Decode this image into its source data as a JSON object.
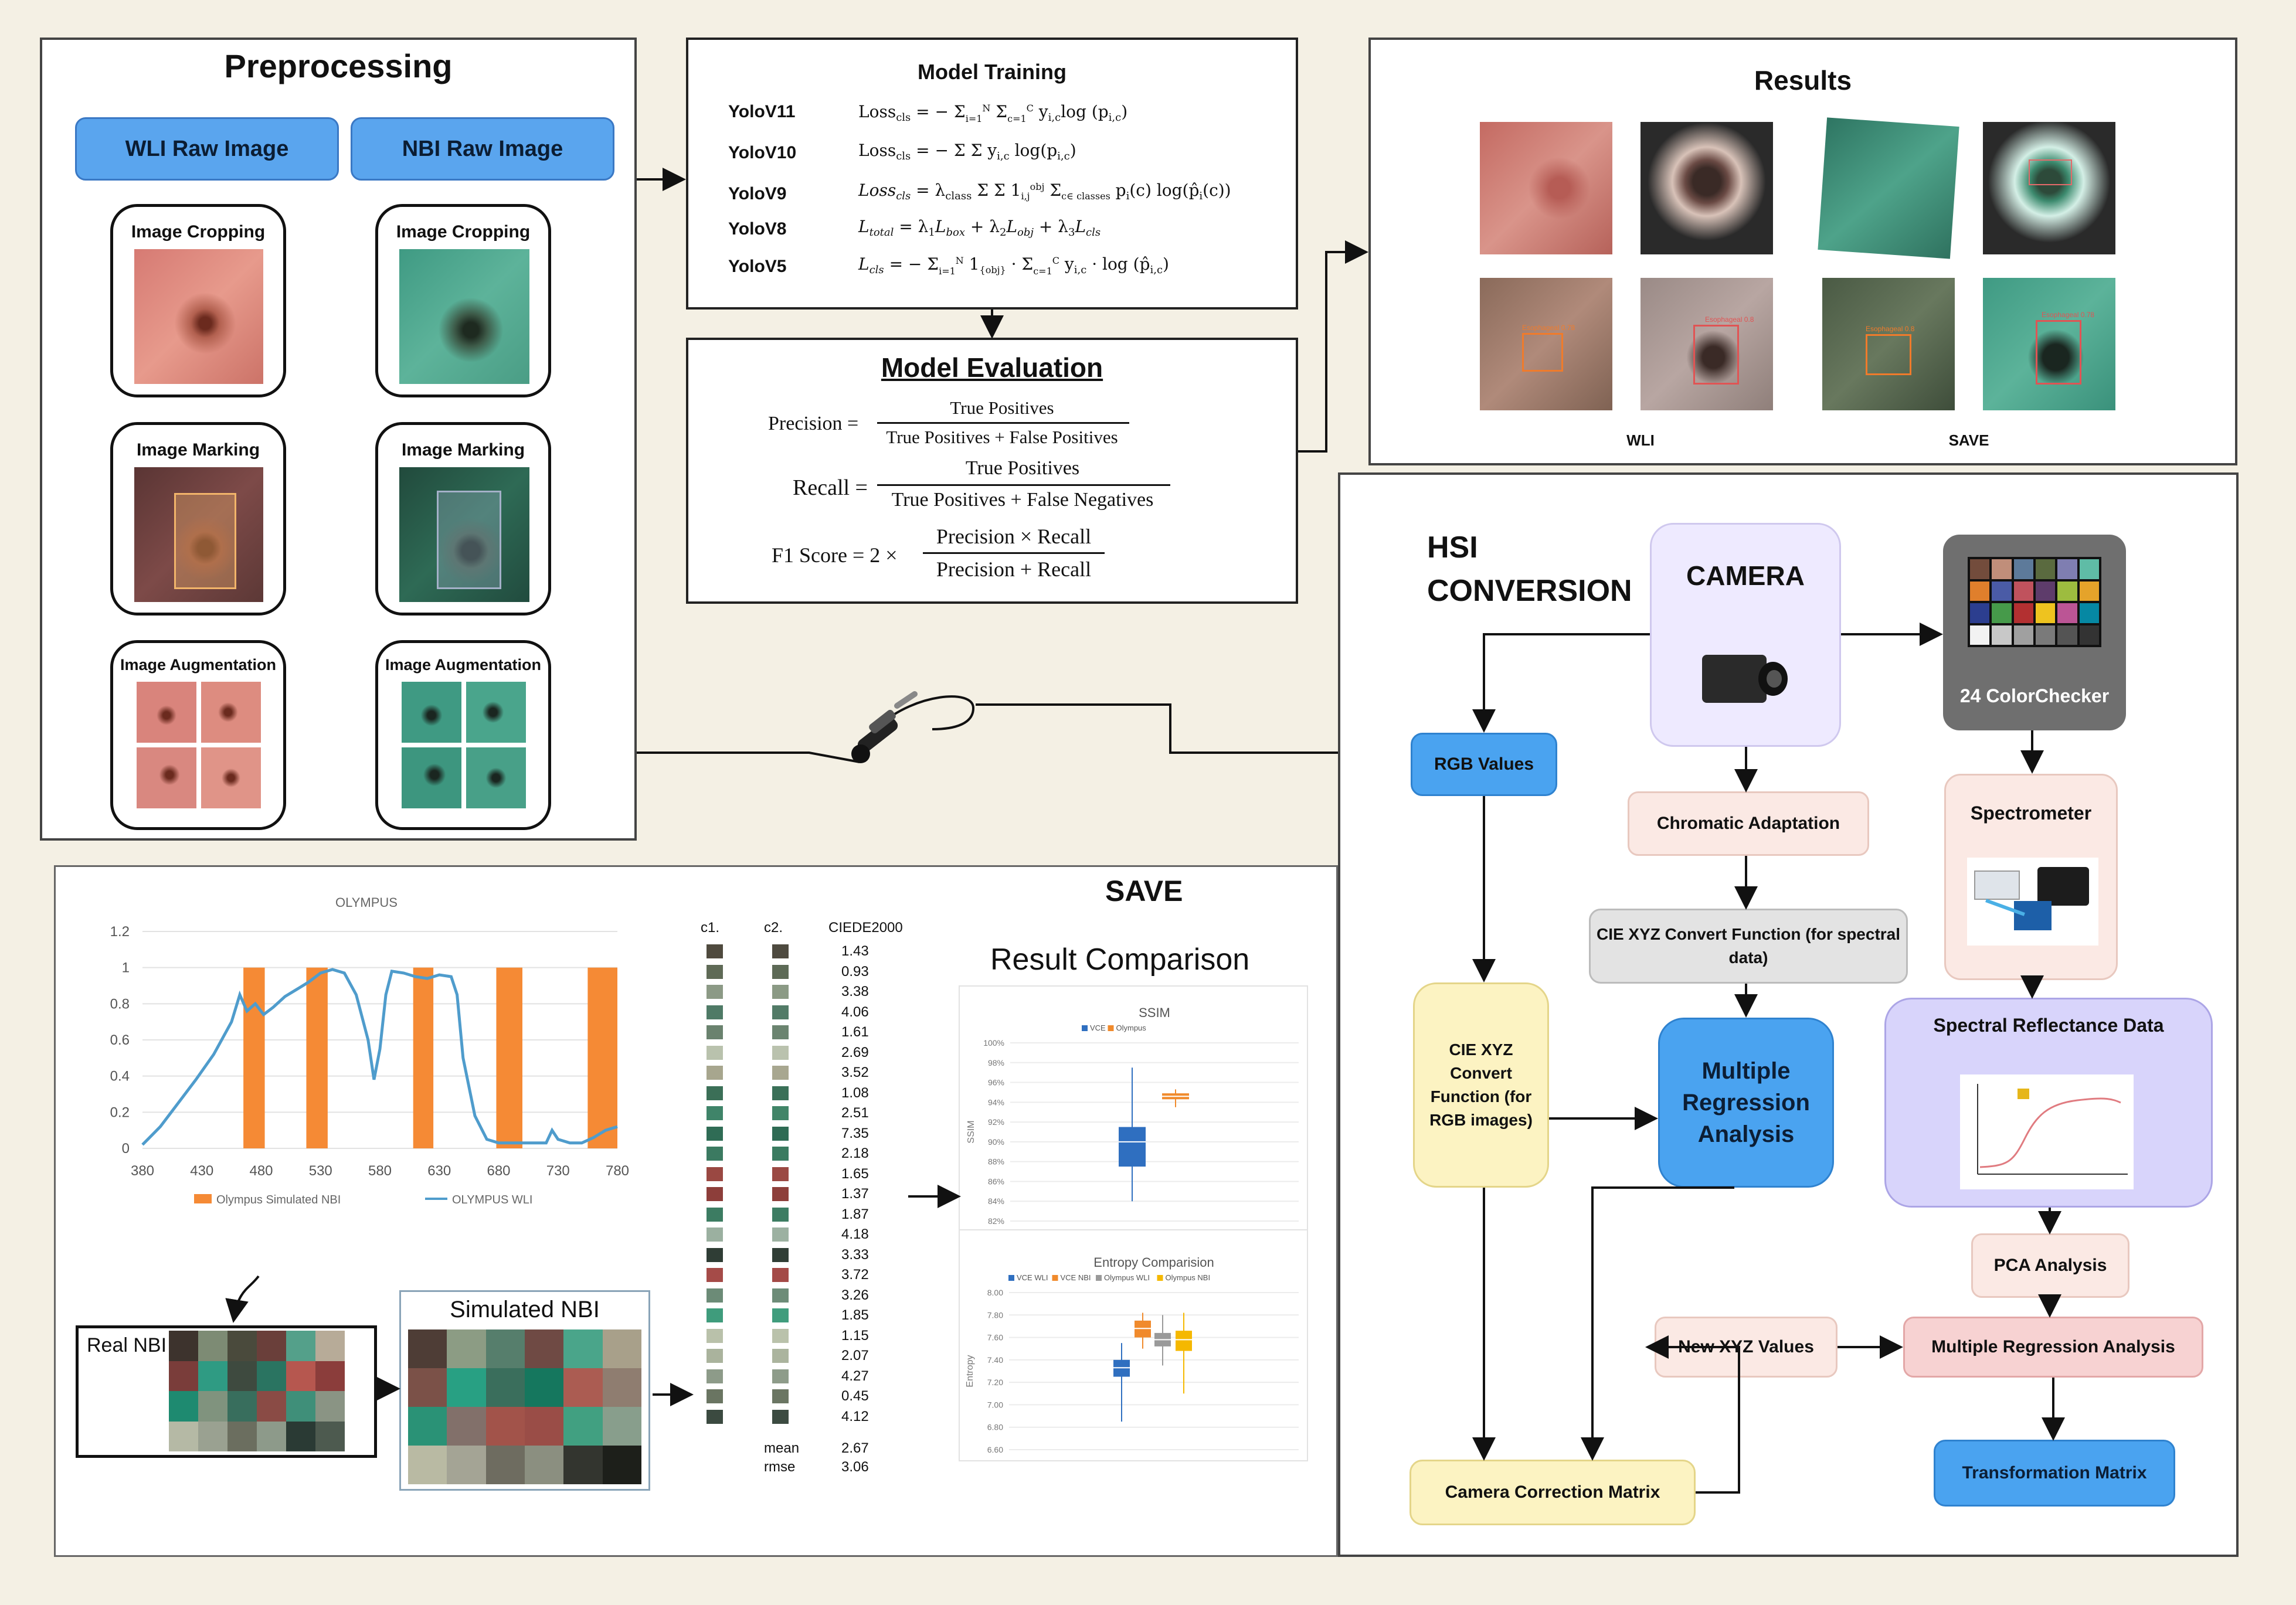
{
  "preprocessing": {
    "title": "Preprocessing",
    "wli_button": "WLI Raw Image",
    "nbi_button": "NBI Raw Image",
    "steps": [
      "Image Cropping",
      "Image Marking",
      "Image Augmentation"
    ]
  },
  "training": {
    "title": "Model Training",
    "models": [
      "YoloV11",
      "YoloV10",
      "YoloV9",
      "YoloV8",
      "YoloV5"
    ]
  },
  "evaluation": {
    "title": "Model Evaluation",
    "precision_label": "Precision =",
    "precision_num": "True Positives",
    "precision_den": "True Positives + False Positives",
    "recall_label": "Recall =",
    "recall_num": "True Positives",
    "recall_den": "True Positives + False Negatives",
    "f1_label": "F1 Score = 2 ×",
    "f1_num": "Precision × Recall",
    "f1_den": "Precision + Recall"
  },
  "results": {
    "title": "Results",
    "label_wli": "WLI",
    "label_save": "SAVE",
    "box_labels": [
      "Esophageal 0.78",
      "Esophageal 0.8",
      "Esophageal 0.8",
      "Esophageal 0.78"
    ]
  },
  "hsi": {
    "title_line1": "HSI",
    "title_line2": "CONVERSION",
    "camera": "CAMERA",
    "colorchecker": "24 ColorChecker",
    "rgb_values": "RGB Values",
    "chromatic_adaptation": "Chromatic Adaptation",
    "spectrometer": "Spectrometer",
    "cie_spectral_line1": "CIE XYZ Convert Function (for spectral",
    "cie_spectral_line2": "data)",
    "spectral_reflectance": "Spectral Reflectance Data",
    "cie_rgb_lines": [
      "CIE XYZ",
      "Convert",
      "Function (for",
      "RGB images)"
    ],
    "mra_big_lines": [
      "Multiple",
      "Regression",
      "Analysis"
    ],
    "pca": "PCA Analysis",
    "new_xyz": "New XYZ Values",
    "mra_small": "Multiple Regression Analysis",
    "camera_correction": "Camera Correction Matrix",
    "transformation": "Transformation Matrix",
    "colors": {
      "blue_node": "#4aa3f0",
      "yellow_node": "#fcf3c2",
      "pink_node": "#f7d2d2",
      "lavender_node": "#d8d4fb",
      "gray_node": "#e3e3e3"
    }
  },
  "save": {
    "title": "SAVE",
    "result_comparison": "Result Comparison",
    "real_nbi": "Real NBI",
    "simulated_nbi": "Simulated NBI",
    "col_c1": "c1.",
    "col_c2": "c2.",
    "col_ciede": "CIEDE2000",
    "ciede_values": [
      "1.43",
      "0.93",
      "3.38",
      "4.06",
      "1.61",
      "2.69",
      "3.52",
      "1.08",
      "2.51",
      "7.35",
      "2.18",
      "1.65",
      "1.37",
      "1.87",
      "4.18",
      "3.33",
      "3.72",
      "3.26",
      "1.85",
      "1.15",
      "2.07",
      "4.27",
      "0.45",
      "4.12"
    ],
    "mean_label": "mean",
    "mean_value": "2.67",
    "rmse_label": "rmse",
    "rmse_value": "3.06",
    "c1_colors": [
      "#4f4a3e",
      "#5f6a56",
      "#8c9a86",
      "#4f7a66",
      "#6a826e",
      "#b9c2ad",
      "#a7a68e",
      "#3b6f57",
      "#3f8469",
      "#2f6c55",
      "#3b7a61",
      "#9a4842",
      "#8d3e3a",
      "#3c7c62",
      "#9bb0a0",
      "#2f3d35",
      "#a54b48",
      "#6c8b77",
      "#3f9c7c",
      "#b9c1aa",
      "#aab39d",
      "#8d9b89",
      "#6a7562",
      "#3b4a40"
    ],
    "c2_colors": [
      "#4e4a3f",
      "#5d6a56",
      "#8b9a85",
      "#527b67",
      "#6b8470",
      "#bac2ae",
      "#a8a790",
      "#3a7058",
      "#418568",
      "#2e6b54",
      "#3a7b60",
      "#9b4943",
      "#8e3f3a",
      "#3d7d63",
      "#9cb1a1",
      "#303e36",
      "#a44a47",
      "#6d8c78",
      "#409d7d",
      "#bac2ab",
      "#abb49e",
      "#8e9c8a",
      "#6b7663",
      "#3c4b41"
    ],
    "real_nbi_colors": [
      "#3d332d",
      "#7d8b74",
      "#4a4a3c",
      "#6a3f3a",
      "#54a08a",
      "#b7ab98",
      "#7a3d3a",
      "#2f9b83",
      "#3e4a3f",
      "#2a7461",
      "#b6574f",
      "#8b3d3b",
      "#1e8a70",
      "#80937e",
      "#386e5d",
      "#8a4b45",
      "#3f8f79",
      "#8a9484",
      "#b5b9a5",
      "#9aa191",
      "#6b6e5f",
      "#8d9a8a",
      "#2a3a34",
      "#4d5a4f"
    ],
    "sim_nbi_colors": [
      "#4e3d36",
      "#8c9c84",
      "#567e6c",
      "#6f4a44",
      "#4aa58a",
      "#a8a08a",
      "#7b5148",
      "#28a083",
      "#3a6e5c",
      "#15775e",
      "#ab5c52",
      "#8f7d70",
      "#2a9276",
      "#82706a",
      "#a2534a",
      "#9a4d47",
      "#41a081",
      "#889e8c",
      "#b9baa3",
      "#a4a495",
      "#6e6c60",
      "#8b8f80",
      "#33352f",
      "#1d1f1a"
    ]
  },
  "spectrum_chart": {
    "title": "OLYMPUS",
    "x_ticks": [
      "380",
      "430",
      "480",
      "530",
      "580",
      "630",
      "680",
      "730",
      "780"
    ],
    "y_ticks": [
      "0",
      "0.2",
      "0.4",
      "0.6",
      "0.8",
      "1",
      "1.2"
    ],
    "legend_nbi": "Olympus Simulated NBI",
    "legend_wli": "OLYMPUS WLI",
    "colors": {
      "bars": "#f58a35",
      "line": "#4f9ccc"
    }
  },
  "chart_data": [
    {
      "type": "line",
      "title": "OLYMPUS",
      "xlim": [
        380,
        780
      ],
      "ylim": [
        0,
        1.2
      ],
      "series": [
        {
          "name": "OLYMPUS WLI",
          "x": [
            380,
            395,
            410,
            425,
            440,
            455,
            462,
            468,
            475,
            482,
            490,
            500,
            510,
            520,
            530,
            540,
            550,
            560,
            570,
            575,
            580,
            585,
            590,
            600,
            610,
            620,
            630,
            640,
            645,
            650,
            660,
            670,
            680,
            690,
            700,
            710,
            720,
            725,
            730,
            740,
            750,
            760,
            770,
            780
          ],
          "y": [
            0.02,
            0.12,
            0.25,
            0.38,
            0.52,
            0.7,
            0.85,
            0.76,
            0.8,
            0.74,
            0.78,
            0.84,
            0.88,
            0.92,
            0.97,
            0.99,
            0.97,
            0.85,
            0.6,
            0.38,
            0.55,
            0.85,
            0.98,
            0.97,
            0.95,
            0.94,
            0.96,
            0.95,
            0.85,
            0.5,
            0.18,
            0.05,
            0.03,
            0.03,
            0.03,
            0.03,
            0.03,
            0.1,
            0.05,
            0.03,
            0.03,
            0.06,
            0.1,
            0.12
          ]
        },
        {
          "name": "Olympus Simulated NBI",
          "bands": [
            [
              465,
              483
            ],
            [
              518,
              536
            ],
            [
              608,
              625
            ],
            [
              678,
              700
            ],
            [
              755,
              780
            ]
          ],
          "value": 1
        }
      ]
    },
    {
      "type": "box",
      "title": "SSIM",
      "ylabel": "SSIM",
      "y_ticks": [
        "100%",
        "98%",
        "96%",
        "94%",
        "92%",
        "90%",
        "88%",
        "86%",
        "84%",
        "82%"
      ],
      "ylim": [
        82,
        100
      ],
      "series": [
        {
          "name": "VCE",
          "color": "#2f6fc0",
          "min": 84,
          "q1": 87.5,
          "median": 90,
          "q3": 91.5,
          "max": 97.5
        },
        {
          "name": "Olympus",
          "color": "#f08a2c",
          "min": 93.5,
          "q1": 94.3,
          "median": 94.6,
          "q3": 94.9,
          "max": 95.3
        }
      ]
    },
    {
      "type": "box",
      "title": "Entropy Comparision",
      "ylabel": "Entropy",
      "y_ticks": [
        "8.00",
        "7.80",
        "7.60",
        "7.40",
        "7.20",
        "7.00",
        "6.80",
        "6.60"
      ],
      "ylim": [
        6.6,
        8.0
      ],
      "series": [
        {
          "name": "VCE WLI",
          "color": "#2f6fc0",
          "min": 6.85,
          "q1": 7.25,
          "median": 7.33,
          "q3": 7.4,
          "max": 7.55
        },
        {
          "name": "VCE NBI",
          "color": "#f08a2c",
          "min": 7.5,
          "q1": 7.6,
          "median": 7.68,
          "q3": 7.75,
          "max": 7.82
        },
        {
          "name": "Olympus WLI",
          "color": "#9a9a9a",
          "min": 7.35,
          "q1": 7.52,
          "median": 7.58,
          "q3": 7.64,
          "max": 7.8
        },
        {
          "name": "Olympus NBI",
          "color": "#f5b800",
          "min": 7.1,
          "q1": 7.48,
          "median": 7.58,
          "q3": 7.66,
          "max": 7.82
        }
      ]
    }
  ]
}
